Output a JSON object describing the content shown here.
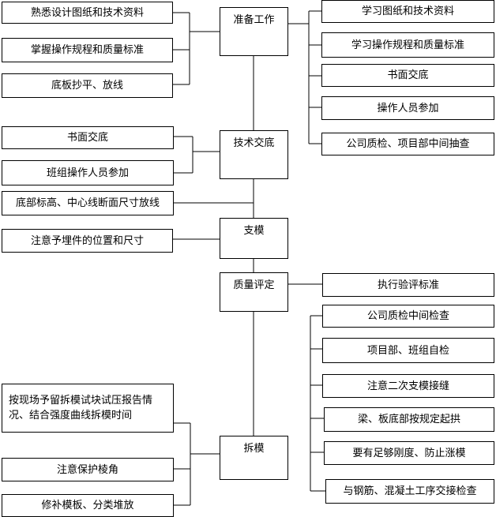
{
  "center": {
    "prep": "准备工作",
    "tech": "技术交底",
    "formwork": "支模",
    "quality": "质量评定",
    "remove": "拆模"
  },
  "prep_left": [
    "熟悉设计图纸和技术资料",
    "掌握操作规程和质量标准",
    "底板抄平、放线"
  ],
  "prep_right": [
    "学习图纸和技术资料",
    "学习操作规程和质量标准",
    "书面交底",
    "操作人员参加",
    "公司质检、项目部中间抽查"
  ],
  "tech_left": [
    "书面交底",
    "班组操作人员参加",
    "底部标高、中心线断面尺寸放线"
  ],
  "formwork_left": [
    "注意予埋件的位置和尺寸"
  ],
  "quality_right": [
    "执行验评标准",
    "公司质检中间检查",
    "项目部、班组自检",
    "注意二次支模接缝",
    "梁、板底部按规定起拱",
    "要有足够刚度、防止涨模",
    "与钢筋、混凝土工序交接检查"
  ],
  "remove_left": [
    "按现场予留拆模试块试压报告情况、结合强度曲线拆模时间",
    "注意保护棱角",
    "修补模板、分类堆放"
  ]
}
